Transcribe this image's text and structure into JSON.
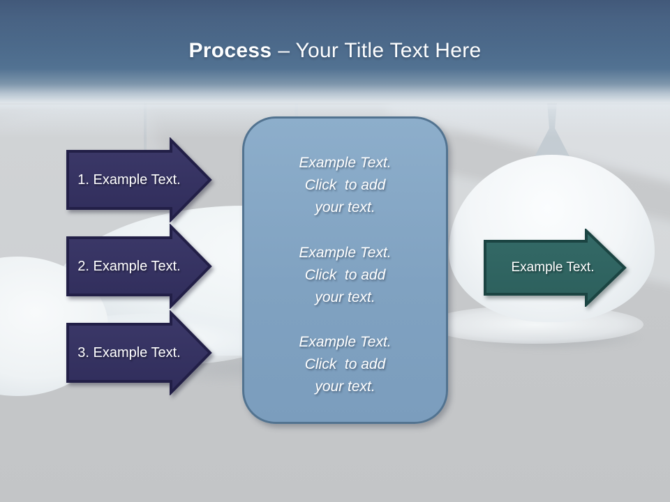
{
  "header": {
    "title_bold": "Process",
    "title_rest": "– Your Title Text Here"
  },
  "steps": [
    {
      "label": "1. Example Text."
    },
    {
      "label": "2. Example Text."
    },
    {
      "label": "3. Example Text."
    }
  ],
  "center_panel": {
    "blocks": [
      {
        "text": "Example Text.\nClick  to add\nyour text."
      },
      {
        "text": "Example Text.\nClick  to add\nyour text."
      },
      {
        "text": "Example Text.\nClick  to add\nyour text."
      }
    ]
  },
  "output_arrow": {
    "label": "Example Text."
  },
  "colors": {
    "header_blue": "#4c6a8b",
    "step_arrow_fill": "#353266",
    "step_arrow_border": "#221f47",
    "panel_fill": "#82a4c2",
    "panel_border": "#527390",
    "output_arrow_fill": "#2f6562",
    "output_arrow_border": "#1b4442",
    "background_gray": "#c6c8ca"
  }
}
